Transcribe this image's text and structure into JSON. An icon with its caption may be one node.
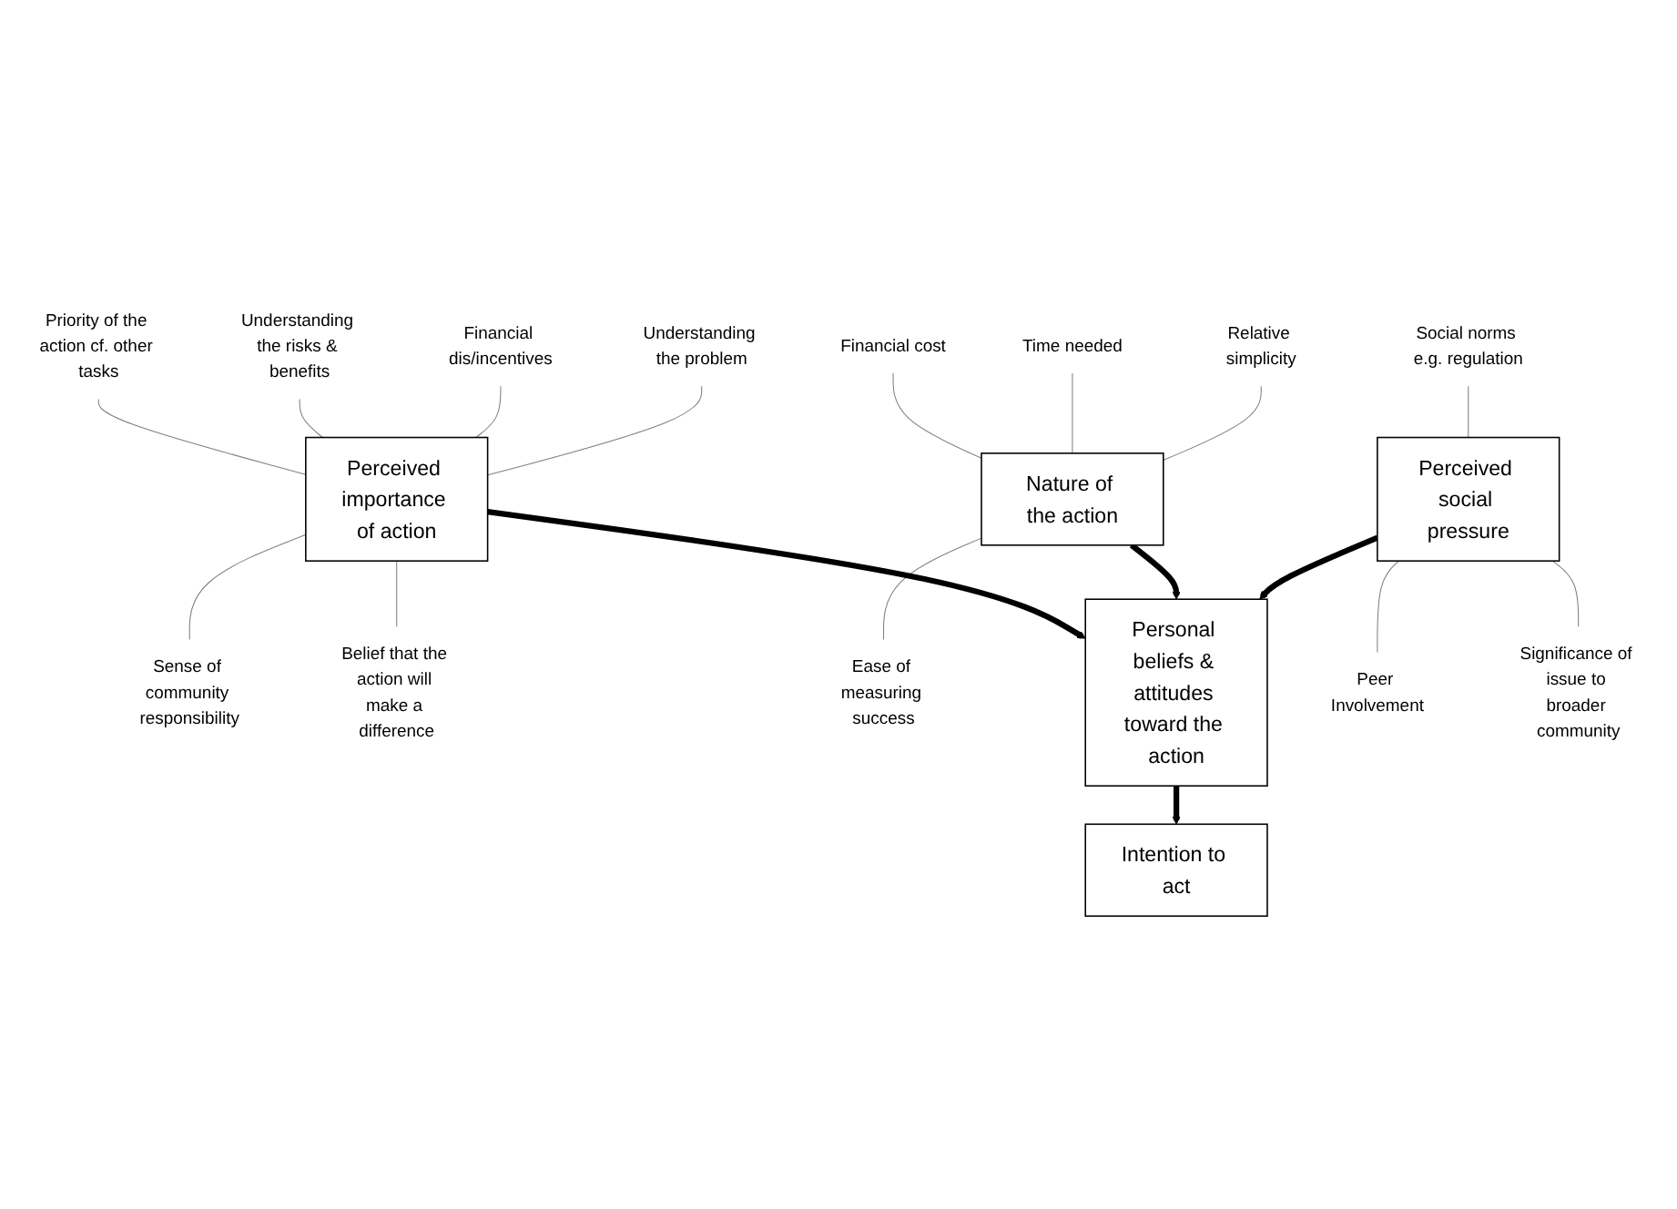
{
  "diagram": {
    "nodes": [
      {
        "text": [
          "Perceived importance of action"
        ]
      },
      {
        "text": [
          "Priority of the action cf. other tasks"
        ]
      },
      {
        "text": [
          "Understanding the risks & benefits"
        ]
      },
      {
        "text": [
          "Financial dis/incentives"
        ]
      },
      {
        "text": [
          "Understanding the problem"
        ]
      },
      {
        "text": [
          "Sense of community responsibility"
        ]
      },
      {
        "text": [
          "Belief that the action will make a difference"
        ]
      },
      {
        "text": [
          "Nature of the action"
        ]
      },
      {
        "text": [
          "Financial cost"
        ]
      },
      {
        "text": [
          "Time needed"
        ]
      },
      {
        "text": [
          "Relative simplicity"
        ]
      },
      {
        "text": [
          "Ease of measuring success"
        ]
      },
      {
        "text": [
          "Personal beliefs & attitudes toward the action"
        ]
      },
      {
        "text": [
          "Perceived social pressure"
        ]
      },
      {
        "text": [
          "Social norms e.g. regulation"
        ]
      },
      {
        "text": [
          "Peer Involvement"
        ]
      },
      {
        "text": [
          "Significance of issue to broader community"
        ]
      },
      {
        "text": [
          "Intention to act"
        ]
      }
    ],
    "edges": [
      {
        "from": 1,
        "to": 0,
        "arrow": "none"
      },
      {
        "from": 2,
        "to": 0,
        "arrow": "none"
      },
      {
        "from": 3,
        "to": 0,
        "arrow": "none"
      },
      {
        "from": 4,
        "to": 0,
        "arrow": "none"
      },
      {
        "from": 0,
        "to": 5,
        "arrow": "none"
      },
      {
        "from": 0,
        "to": 6,
        "arrow": "none"
      },
      {
        "from": 8,
        "to": 7,
        "arrow": "none"
      },
      {
        "from": 9,
        "to": 7,
        "arrow": "none"
      },
      {
        "from": 10,
        "to": 7,
        "arrow": "none"
      },
      {
        "from": 7,
        "to": 11,
        "arrow": "none"
      },
      {
        "from": 14,
        "to": 13,
        "arrow": "none"
      },
      {
        "from": 13,
        "to": 15,
        "arrow": "none"
      },
      {
        "from": 13,
        "to": 16,
        "arrow": "none"
      },
      {
        "from": 0,
        "to": 12,
        "arrow": "to",
        "style": "thick",
        "color": "#000000"
      },
      {
        "from": 7,
        "to": 12,
        "arrow": "to",
        "style": "thick",
        "color": "#000000"
      },
      {
        "from": 13,
        "to": 12,
        "arrow": "to",
        "style": "thick",
        "color": "#000000"
      },
      {
        "from": 12,
        "to": 17,
        "arrow": "to",
        "style": "thick",
        "color": "#000000"
      }
    ]
  }
}
